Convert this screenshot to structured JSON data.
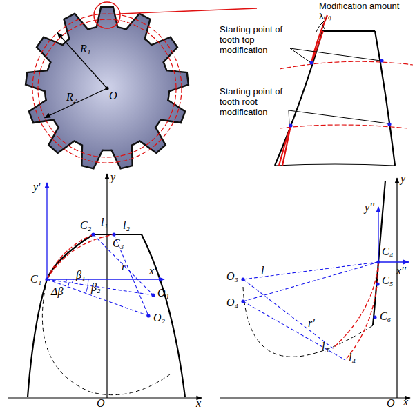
{
  "diagram": {
    "labels": [
      "R₁",
      "R₂",
      "O",
      "Modification amount λ₍ₙ₎",
      "Starting point of tooth top modification",
      "Starting point of tooth root modification",
      "y",
      "y'",
      "C₂",
      "l₁",
      "l₂",
      "C₃",
      "C₁",
      "β₁",
      "β₂",
      "Δβ",
      "x'",
      "r",
      "O₁",
      "O₂",
      "x",
      "O",
      "y",
      "O₃",
      "l",
      "O₄",
      "y''",
      "C₄",
      "x''",
      "C₅",
      "C₆",
      "r'",
      "l₃",
      "l₄",
      "x",
      "O"
    ]
  }
}
